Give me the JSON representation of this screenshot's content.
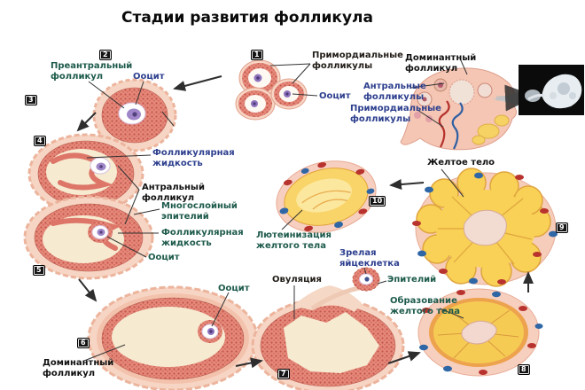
{
  "title": "Стадии развития фолликула",
  "badges": [
    "1",
    "2",
    "3",
    "4",
    "5",
    "6",
    "7",
    "8",
    "9",
    "10"
  ],
  "labels": {
    "primordial_follicles": "Примордиальные фолликулы",
    "oocyte": "Ооцит",
    "preantral_follicle": "Преантральный фолликул",
    "follicular_fluid": "Фолликулярная жидкость",
    "antral_follicle": "Антральный фолликул",
    "multilayer_epithelium": "Многослойный эпителий",
    "dominant_follicle": "Доминантный фолликул",
    "antral_follicles": "Антральные фолликулы",
    "ovulation": "Овуляция",
    "mature_egg": "Зрелая яйцеклетка",
    "epithelium": "Эпителий",
    "corpus_luteum_formation": "Образование желтого тела",
    "corpus_luteum": "Желтое тело",
    "luteinization": "Лютеинизация желтого тела"
  },
  "colors": {
    "teal_label": "#1d5a4b",
    "navy_label": "#2d3f8e",
    "black_label": "#111111",
    "badge_bg": "#141414",
    "badge_text": "#ffffff",
    "follicle_outer_pink": "#f7d5c4",
    "granulosa_red": "#e5887a",
    "antrum_cream": "#f6ead0",
    "oocyte_purple": "#8f74bd",
    "corpus_luteum_yellow": "#f8d156",
    "red_cell": "#b8332e",
    "blue_cell": "#2f66a5",
    "arrow": "#2e2e2e"
  }
}
